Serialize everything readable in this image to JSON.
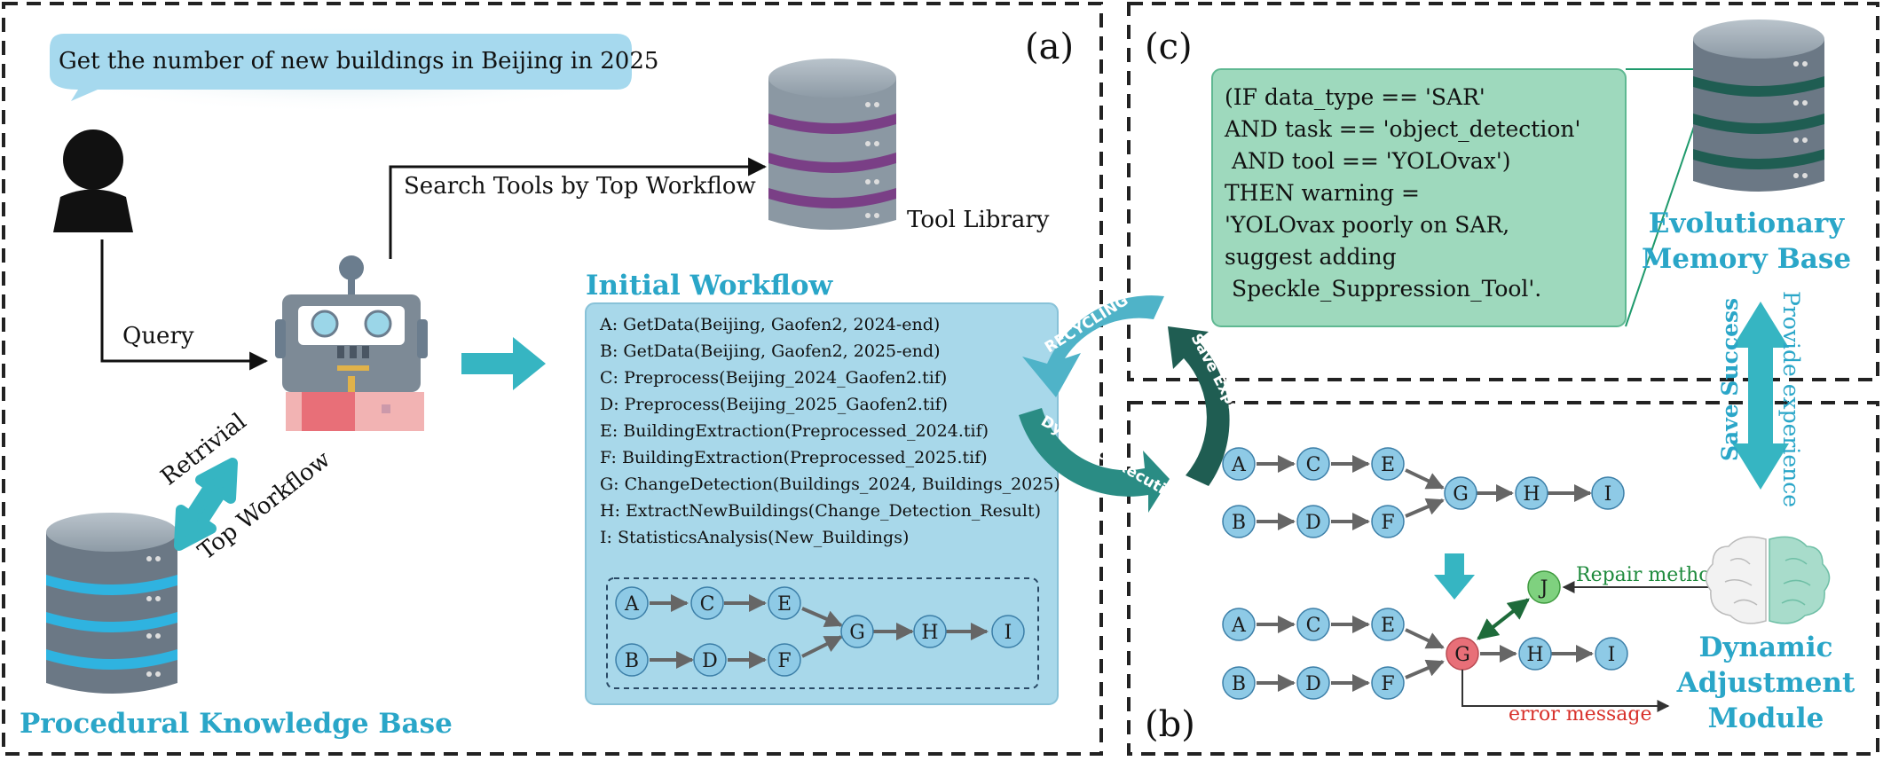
{
  "panels": {
    "a_label": "(a)",
    "b_label": "(b)",
    "c_label": "(c)"
  },
  "query_bubble": "Get the number of new buildings in Beijing in 2025",
  "labels": {
    "query": "Query",
    "search_tools": "Search Tools by Top Workflow",
    "tool_library": "Tool Library",
    "retrivial": "Retrivial",
    "top_workflow": "Top Workflow",
    "procedural_kb": "Procedural Knowledge Base",
    "initial_workflow": "Initial Workflow",
    "recycling": "RECYCLING",
    "save_experience": "Save Experience",
    "dynamic_execution": "Dynamic Execution",
    "evolutionary_memory_line1": "Evolutionary",
    "evolutionary_memory_line2": "Memory Base",
    "save_success": "Save Success",
    "provide_experience": "Provide experience",
    "repair_method": "Repair method",
    "error_message": "error message",
    "dynamic_adjustment_line1": "Dynamic",
    "dynamic_adjustment_line2": "Adjustment",
    "dynamic_adjustment_line3": "Module"
  },
  "workflow_steps": [
    "A: GetData(Beijing, Gaofen2, 2024-end)",
    "B: GetData(Beijing, Gaofen2, 2025-end)",
    "C: Preprocess(Beijing_2024_Gaofen2.tif)",
    "D: Preprocess(Beijing_2025_Gaofen2.tif)",
    "E: BuildingExtraction(Preprocessed_2024.tif)",
    "F: BuildingExtraction(Preprocessed_2025.tif)",
    "G: ChangeDetection(Buildings_2024, Buildings_2025)",
    "H: ExtractNewBuildings(Change_Detection_Result)",
    "I: StatisticsAnalysis(New_Buildings)"
  ],
  "rule_lines": [
    "(IF data_type == 'SAR'",
    "AND task == 'object_detection'",
    " AND tool == 'YOLOvax')",
    "THEN warning =",
    "'YOLOvax poorly on SAR,",
    "suggest adding",
    " Speckle_Suppression_Tool'."
  ],
  "nodes": {
    "A": "A",
    "B": "B",
    "C": "C",
    "D": "D",
    "E": "E",
    "F": "F",
    "G": "G",
    "H": "H",
    "I": "I",
    "J": "J"
  },
  "colors": {
    "teal": "#2aa6c8",
    "arrow_teal": "#36b5c2",
    "node_blue": "#8ecae6",
    "node_red": "#e86f78",
    "node_green": "#7fd17f",
    "workflow_box": "#a8d8ea",
    "rule_box": "#9ed9bd",
    "cycle_dark": "#1f5d52",
    "cycle_mid": "#2a8c84",
    "cycle_light": "#4fb3c8",
    "repair_green": "#1e8a3c",
    "error_red": "#d8312b"
  }
}
